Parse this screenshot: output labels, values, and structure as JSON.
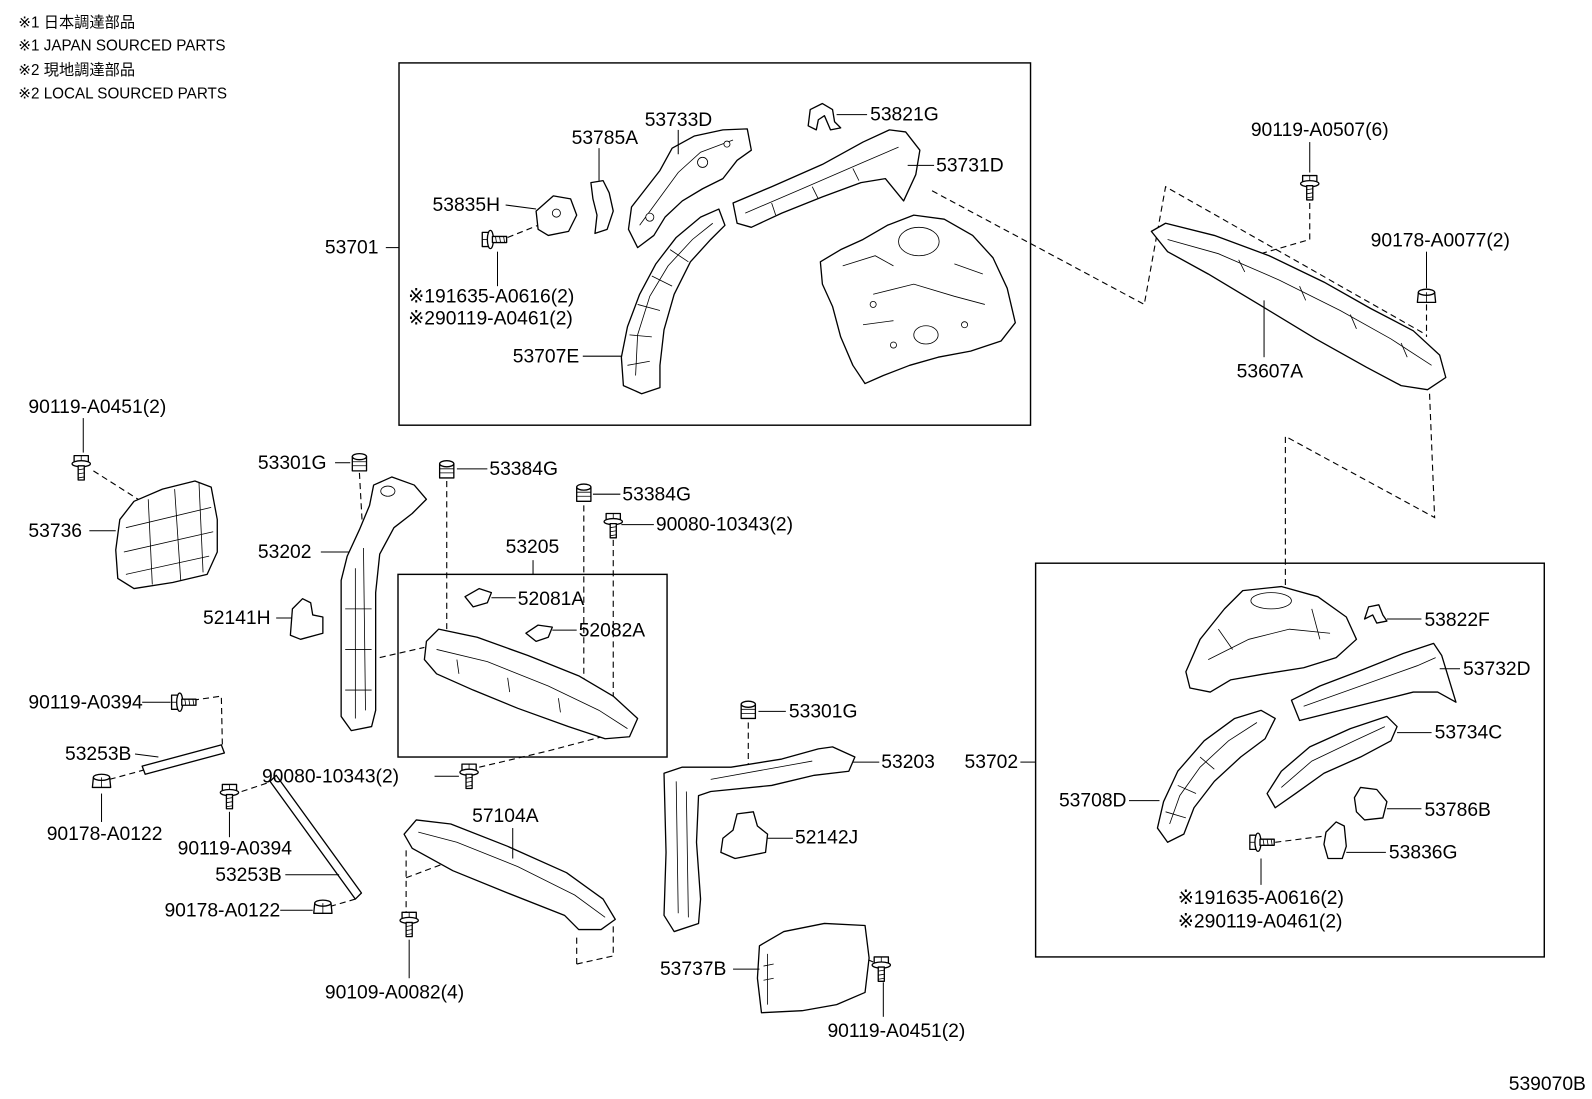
{
  "legend": {
    "japan_sourced_ja": "※1 日本調達部品",
    "japan_sourced_en": "※1 JAPAN SOURCED PARTS",
    "local_sourced_ja": "※2 現地調達部品",
    "local_sourced_en": "※2 LOCAL SOURCED PARTS"
  },
  "upper_box": {
    "assembly": "53701",
    "callouts": [
      "53785A",
      "53733D",
      "53821G",
      "53731D",
      "53835H",
      "※191635-A0616(2)",
      "※290119-A0461(2)",
      "53707E"
    ]
  },
  "center_box": {
    "assembly": "53205",
    "callouts": [
      "52081A",
      "52082A"
    ]
  },
  "right_box": {
    "assembly": "53702",
    "callouts": [
      "53822F",
      "53732D",
      "53734C",
      "53708D",
      "53786B",
      "53836G",
      "※191635-A0616(2)",
      "※290119-A0461(2)"
    ]
  },
  "loose_callouts": [
    "53607A",
    "90119-A0507(6)",
    "90178-A0077(2)",
    "90119-A0451(2)",
    "53736",
    "53301G",
    "53202",
    "52141H",
    "53384G",
    "53384G",
    "90080-10343(2)",
    "90119-A0394",
    "53253B",
    "90178-A0122",
    "90080-10343(2)",
    "90119-A0394",
    "53253B",
    "90178-A0122",
    "57104A",
    "90109-A0082(4)",
    "53301G",
    "53203",
    "52142J",
    "53737B",
    "90119-A0451(2)"
  ],
  "diagram_id": "539070B"
}
